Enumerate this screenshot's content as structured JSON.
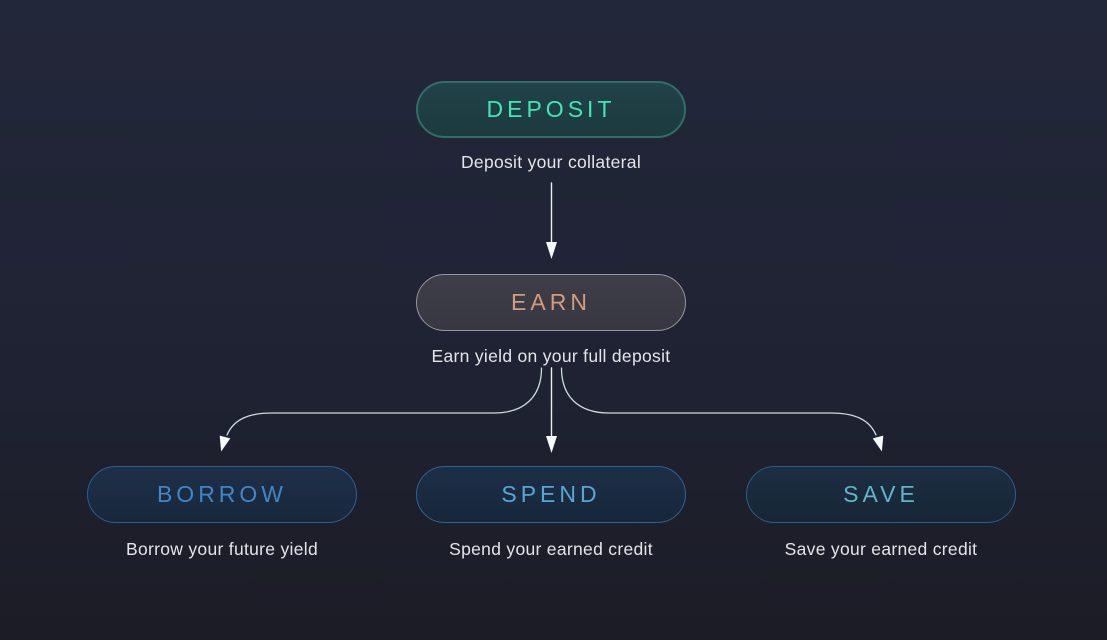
{
  "diagram": {
    "nodes": [
      {
        "id": "deposit",
        "label": "DEPOSIT",
        "caption": "Deposit your collateral",
        "text_color": "#3ce9b4",
        "border_color": "#2f6f68",
        "fill_color": "#1d3c42"
      },
      {
        "id": "earn",
        "label": "EARN",
        "caption": "Earn yield on your full deposit",
        "text_color": "#d89a78",
        "border_color": "#95969e",
        "fill_color": "#3a3b45"
      },
      {
        "id": "borrow",
        "label": "BORROW",
        "caption": "Borrow your future yield",
        "text_color": "#3e86c9",
        "border_color": "#2c5e92",
        "fill_color": "#1b2c44"
      },
      {
        "id": "spend",
        "label": "SPEND",
        "caption": "Spend your earned credit",
        "text_color": "#55a7d6",
        "border_color": "#2d6494",
        "fill_color": "#1a2b40"
      },
      {
        "id": "save",
        "label": "SAVE",
        "caption": "Save your earned credit",
        "text_color": "#62b4c9",
        "border_color": "#2a5f85",
        "fill_color": "#18293a"
      }
    ],
    "edges": [
      {
        "from": "deposit",
        "to": "earn"
      },
      {
        "from": "earn",
        "to": "borrow"
      },
      {
        "from": "earn",
        "to": "spend"
      },
      {
        "from": "earn",
        "to": "save"
      }
    ],
    "colors": {
      "background_top": "#222739",
      "background_bottom": "#1b1c25",
      "connector_line": "#ccdadb",
      "arrowhead": "#f7fafa",
      "caption_text": "#e4e5e9"
    }
  }
}
